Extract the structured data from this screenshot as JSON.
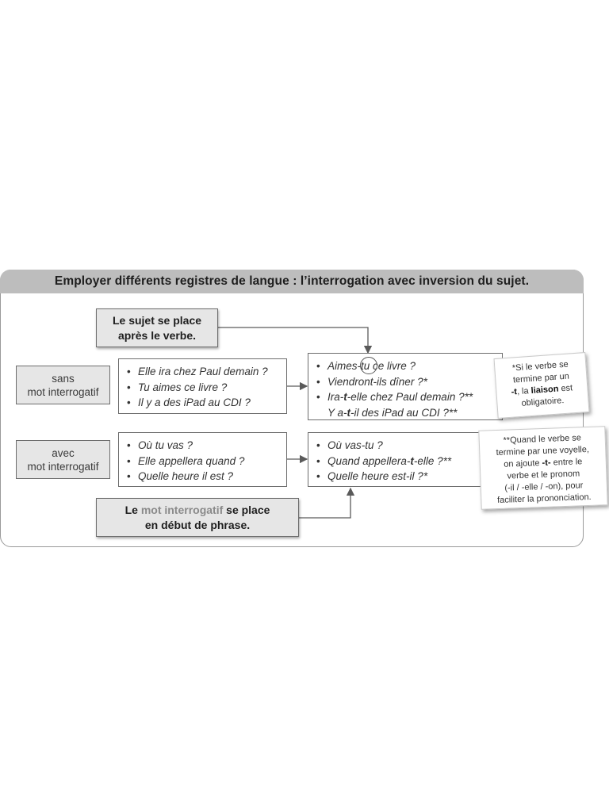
{
  "title": "Employer différents registres de langue : l’interrogation avec inversion du sujet.",
  "callout_top": {
    "line1": "Le sujet se place",
    "line2": "après le verbe."
  },
  "callout_bottom": {
    "prefix": "Le ",
    "accent": "mot interrogatif",
    "suffix": " se place",
    "line2": "en début de phrase."
  },
  "row_sans": {
    "label_line1": "sans",
    "label_line2": "mot interrogatif",
    "examples": [
      "Elle ira chez Paul demain ?",
      "Tu aimes ce livre ?",
      "Il y a des iPad au CDI ?"
    ],
    "inverted": {
      "l1": "Aimes-tu ce livre ?",
      "l2": "Viendront-ils dîner ?*",
      "l3_a": "Ira-",
      "l3_t": "t",
      "l3_b": "-elle chez Paul demain ?**",
      "l4_a": "Y a-",
      "l4_t": "t",
      "l4_b": "-il des iPad au CDI ?**"
    }
  },
  "row_avec": {
    "label_line1": "avec",
    "label_line2": "mot interrogatif",
    "examples": [
      "Où tu vas ?",
      "Elle appellera quand ?",
      "Quelle heure il est ?"
    ],
    "inverted": {
      "l1": "Où vas-tu ?",
      "l2_a": "Quand appellera-",
      "l2_t": "t",
      "l2_b": "-elle ?**",
      "l3": "Quelle heure est-il ?*"
    }
  },
  "note1": {
    "a": "*Si le verbe se",
    "b": "termine par un",
    "c_bold": "-t",
    "c_rest": ", la ",
    "c_bold2": "liaison",
    "c_end": " est",
    "d": "obligatoire."
  },
  "note2": {
    "a": "**Quand le verbe se",
    "b": "termine par une voyelle,",
    "c_pre": "on ajoute ",
    "c_bold": "-t-",
    "c_post": " entre le",
    "d": "verbe et le pronom",
    "e": "(-il / -elle / -on), pour",
    "f": "faciliter la prononciation."
  },
  "bullet": "•",
  "colors": {
    "title_bar": "#bdbdbd",
    "box_fill_gray": "#e6e6e6",
    "accent_text": "#8a8a8a",
    "border": "#6d6d6d"
  }
}
